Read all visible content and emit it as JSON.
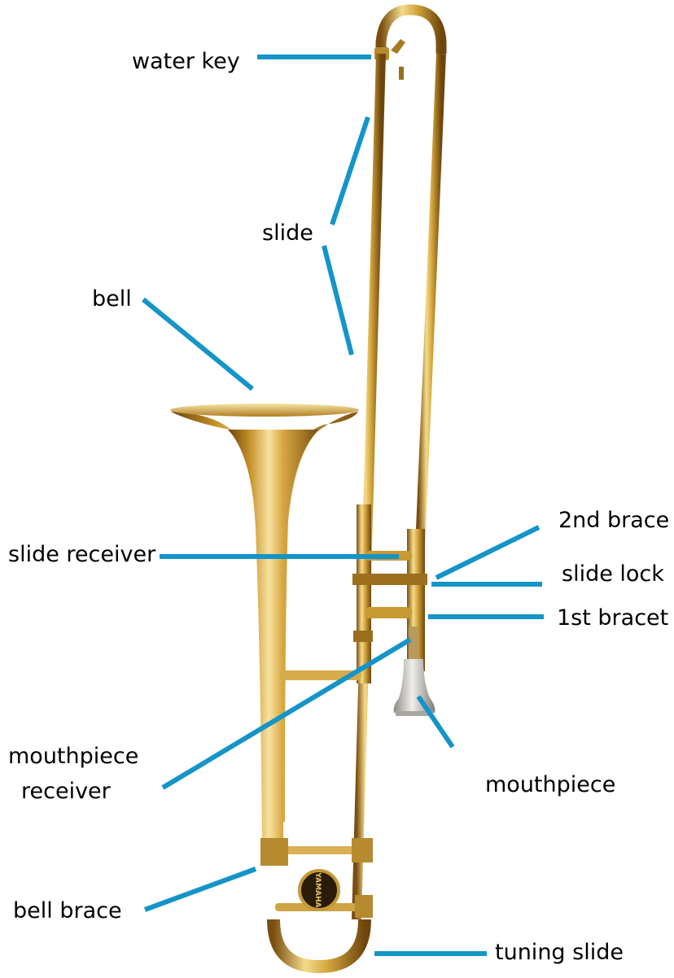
{
  "colors": {
    "leader": "#1494c8",
    "brass_light": "#f2d98a",
    "brass_mid": "#d4a63c",
    "brass_dark": "#8a5a12",
    "silver": "#c9c6c2"
  },
  "parts": {
    "water_key": "water key",
    "slide": "slide",
    "bell": "bell",
    "slide_receiver": "slide receiver",
    "second_brace": "2nd brace",
    "slide_lock": "slide lock",
    "first_bracet": "1st bracet",
    "mouthpiece_receiver_line1": "mouthpiece",
    "mouthpiece_receiver_line2": "receiver",
    "mouthpiece": "mouthpiece",
    "bell_brace": "bell brace",
    "tuning_slide": "tuning slide"
  },
  "brand_mark": "YAMAHA"
}
